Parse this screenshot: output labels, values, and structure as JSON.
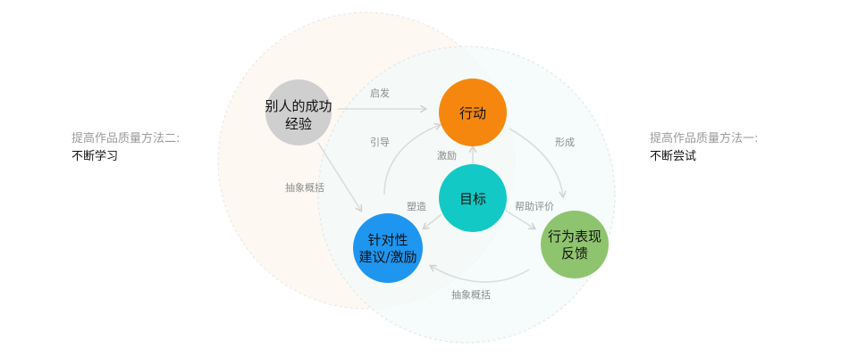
{
  "left_label": {
    "subtitle": "提高作品质量方法二:",
    "title": "不断学习"
  },
  "right_label": {
    "subtitle": "提高作品质量方法一:",
    "title": "不断尝试"
  },
  "nodes": {
    "experience": {
      "lines": [
        "别人的成功",
        "经验"
      ],
      "color": "#cfcfcf"
    },
    "action": {
      "lines": [
        "行动"
      ],
      "color": "#f5870f"
    },
    "goal": {
      "lines": [
        "目标"
      ],
      "color": "#12c9c6"
    },
    "feedback": {
      "lines": [
        "建议/激励"
      ],
      "prefix_line": "针对性",
      "color": "#1e96f0"
    },
    "performance": {
      "lines": [
        "行为表现",
        "反馈"
      ],
      "color": "#8fc46e"
    }
  },
  "edges": {
    "inspire": "启发",
    "guide": "引导",
    "motivate": "激励",
    "form": "形成",
    "abstract_left": "抽象概括",
    "shape": "塑造",
    "help_evaluate": "帮助评价",
    "abstract_bottom": "抽象概括"
  },
  "colors": {
    "left_ring_fill": "#fdf8f2",
    "right_ring_fill": "#f2fbfa",
    "arrow": "#dcdcdc",
    "edge_label": "#8c8c8c"
  }
}
